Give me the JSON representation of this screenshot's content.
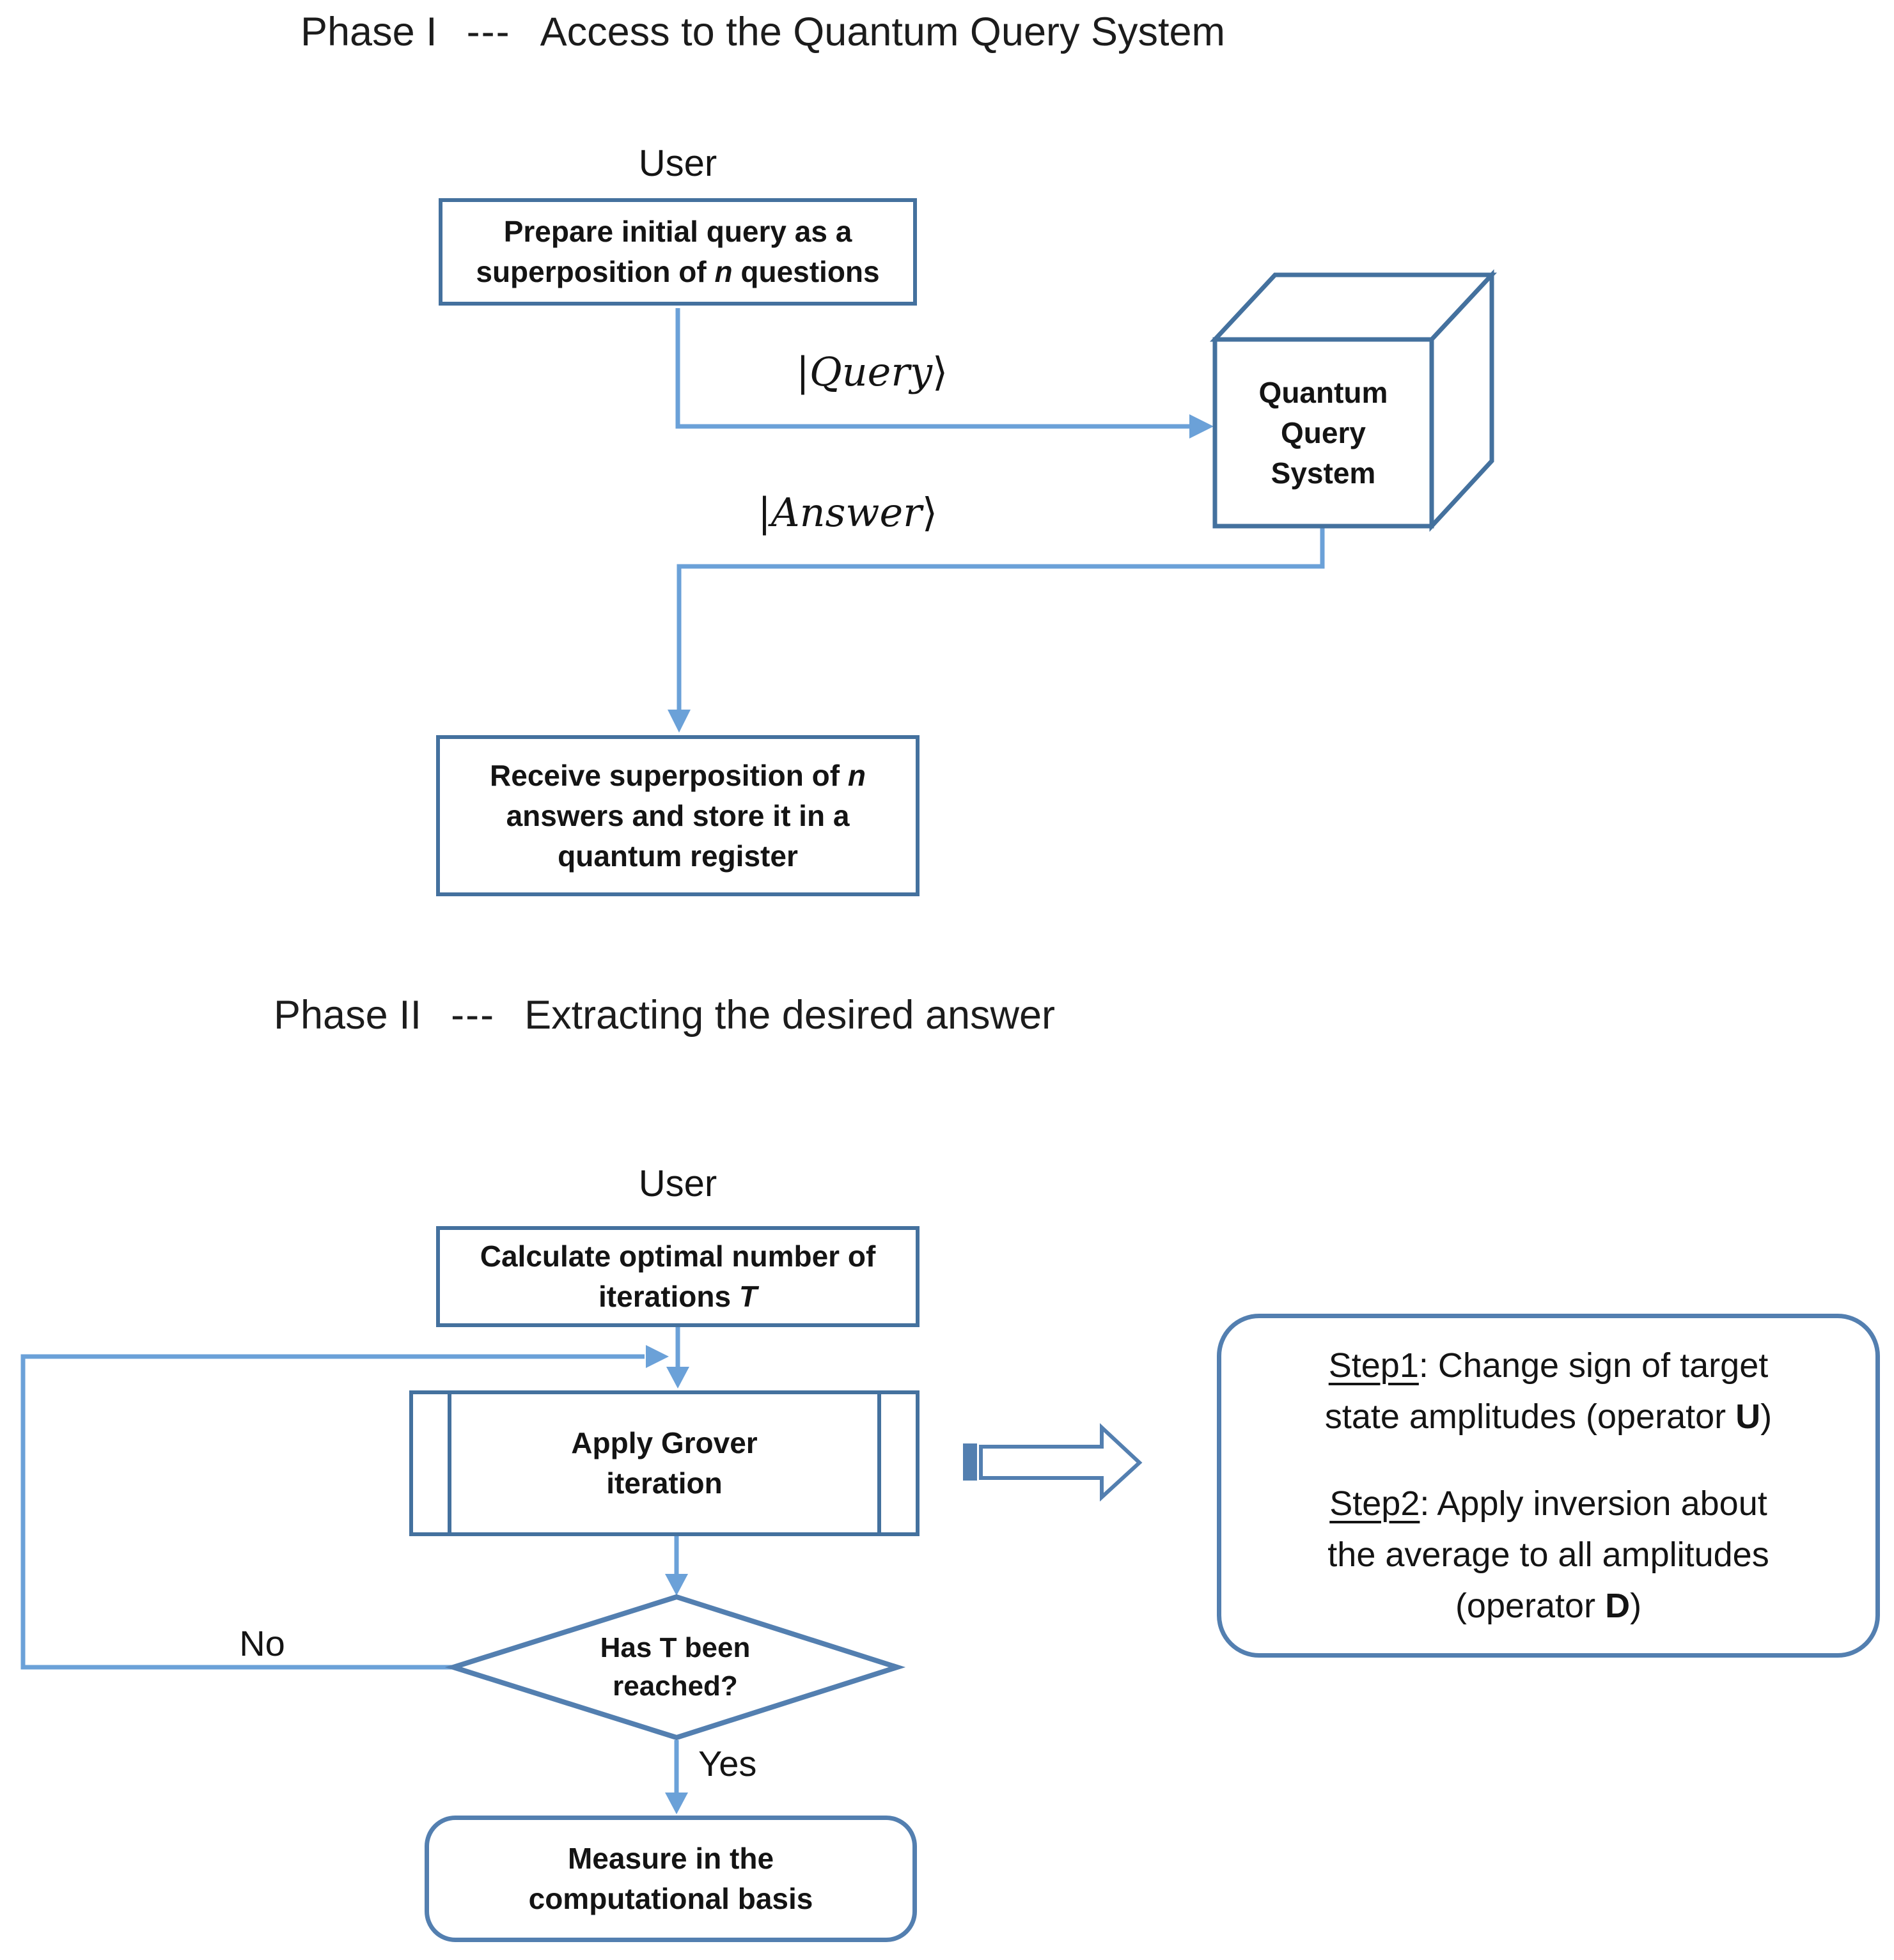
{
  "colors": {
    "connector": "#6ba1d8",
    "box-border": "#44719e",
    "shape-border": "#537fb0",
    "ink": "#141414"
  },
  "phase1": {
    "title": {
      "pre": "Phase I",
      "dashes": "---",
      "rest": "Access to the Quantum Query System"
    },
    "user_label": "User",
    "prepare_box": {
      "line1": "Prepare initial query as a",
      "line2_pre": "superposition of ",
      "line2_italic": "n",
      "line2_post": " questions"
    },
    "query_ket": {
      "open": "|",
      "word": "Query",
      "close": "⟩"
    },
    "answer_ket": {
      "open": "|",
      "word": "Answer",
      "close": "⟩"
    },
    "cube": {
      "line1": "Quantum",
      "line2": "Query",
      "line3": "System"
    },
    "receive_box": {
      "line1_pre": "Receive superposition of ",
      "line1_italic": "n",
      "line2": "answers and store it in a",
      "line3": "quantum register"
    }
  },
  "phase2": {
    "title": {
      "pre": "Phase II",
      "dashes": "---",
      "rest": "Extracting the desired answer"
    },
    "user_label": "User",
    "calc_box": {
      "line1": "Calculate optimal number of",
      "line2_pre": "iterations ",
      "line2_italic": "T"
    },
    "grover_box": {
      "line1": "Apply Grover",
      "line2": "iteration"
    },
    "decision": {
      "line1": "Has T been",
      "line2": "reached?"
    },
    "no_label": "No",
    "yes_label": "Yes",
    "measure_box": {
      "line1": "Measure in the",
      "line2": "computational basis"
    },
    "steps_box": {
      "step1_label": "Step1",
      "step1_rest": ": Change sign of target",
      "step1_line2_pre": "state amplitudes (operator ",
      "step1_operator": "U",
      "step1_line2_post": ")",
      "step2_label": "Step2",
      "step2_rest": ": Apply inversion about",
      "step2_line2": "the average to all amplitudes",
      "step2_line3_pre": "(operator ",
      "step2_operator": "D",
      "step2_line3_post": ")"
    }
  }
}
